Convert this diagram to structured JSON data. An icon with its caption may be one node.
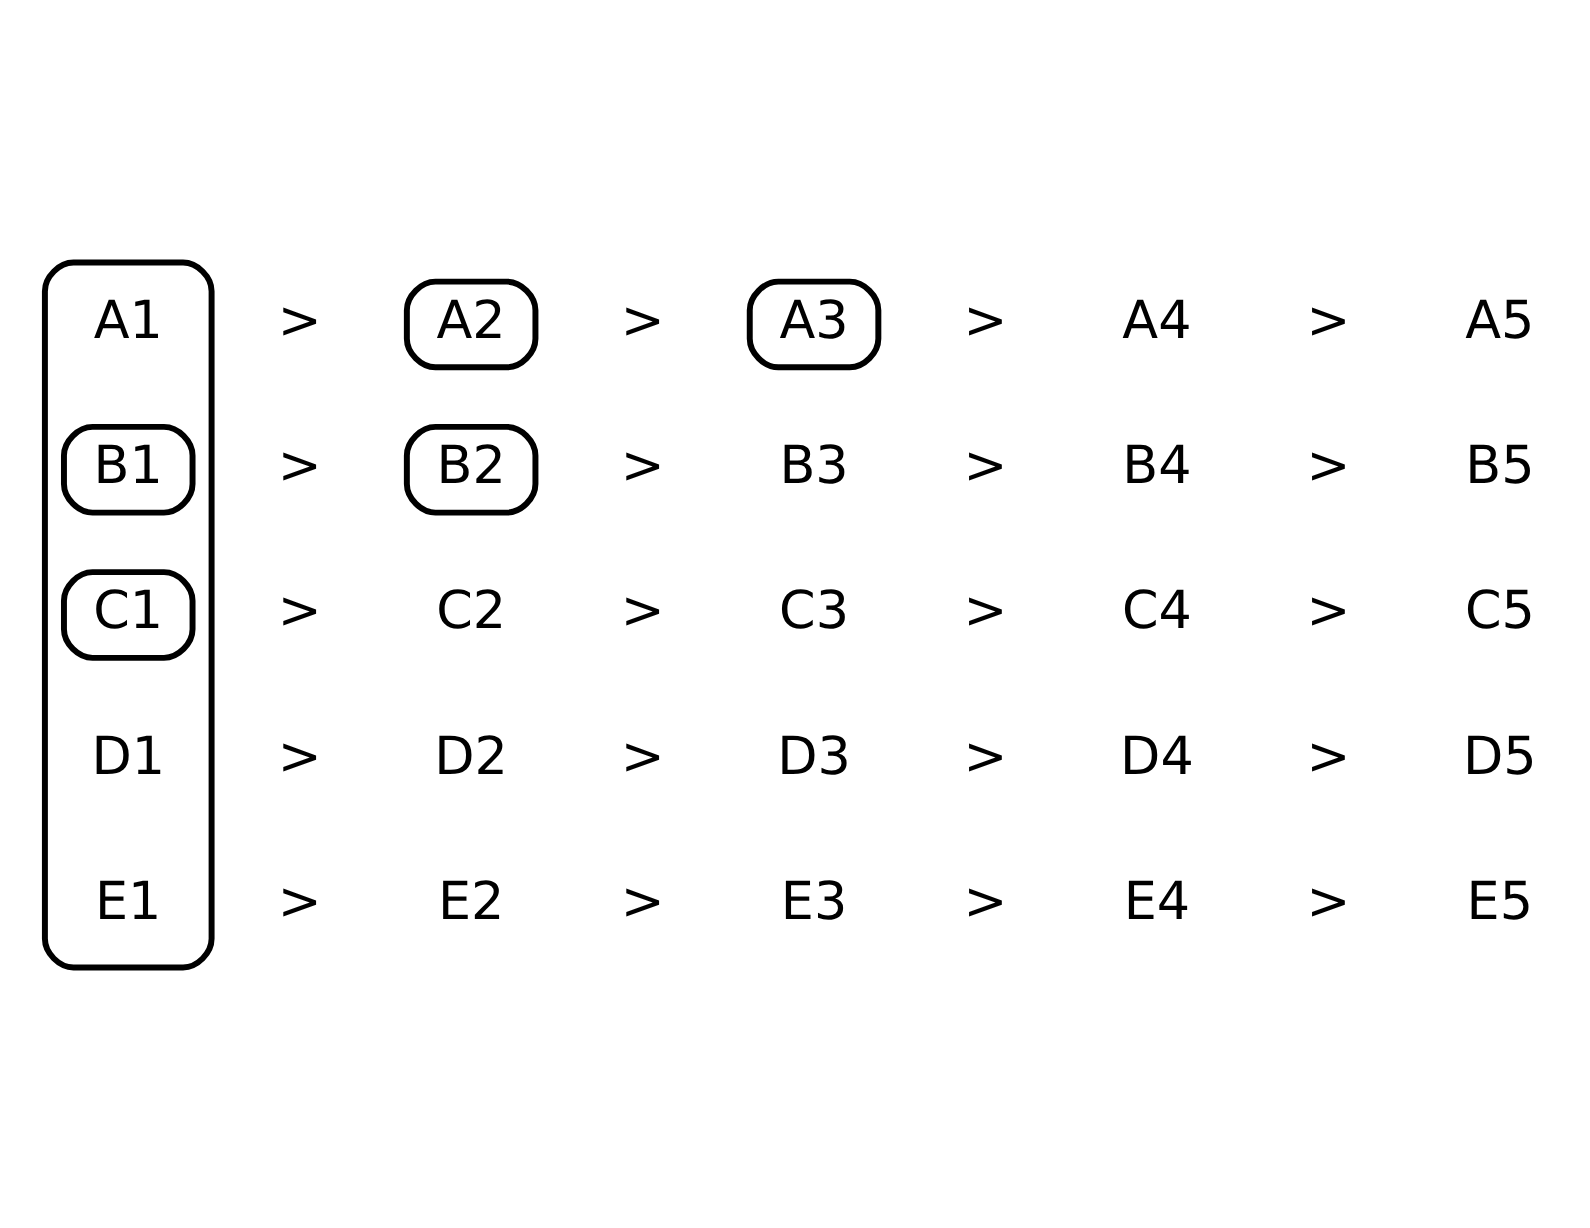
{
  "diagram": {
    "nodes": [
      {
        "text": [],
        "shape": "oval"
      },
      {
        "text": [
          "A1"
        ],
        "in": 0
      },
      {
        "text": [
          "A2"
        ]
      },
      {
        "text": [
          "A3"
        ]
      },
      {
        "text": [
          "A4"
        ]
      },
      {
        "text": [
          "A5"
        ]
      },
      {
        "text": [
          "B1"
        ],
        "in": 0
      },
      {
        "text": [
          "B2"
        ]
      },
      {
        "text": [
          "B3"
        ]
      },
      {
        "text": [
          "B4"
        ]
      },
      {
        "text": [
          "B5"
        ]
      },
      {
        "text": [
          "C1"
        ],
        "in": 0
      },
      {
        "text": [
          "C2"
        ]
      },
      {
        "text": [
          "C3"
        ]
      },
      {
        "text": [
          "C4"
        ]
      },
      {
        "text": [
          "C5"
        ]
      },
      {
        "text": [
          "D1"
        ],
        "in": 0
      },
      {
        "text": [
          "D2"
        ]
      },
      {
        "text": [
          "D3"
        ]
      },
      {
        "text": [
          "D4"
        ]
      },
      {
        "text": [
          "D5"
        ]
      },
      {
        "text": [
          "E1"
        ],
        "in": 0
      },
      {
        "text": [
          "E2"
        ]
      },
      {
        "text": [
          "E3"
        ]
      },
      {
        "text": [
          "E4"
        ]
      },
      {
        "text": [
          "E5"
        ]
      }
    ],
    "edges": [],
    "labels": [
      ">",
      ">",
      ">",
      ">",
      ">",
      ">",
      ">",
      ">",
      ">",
      ">",
      ">",
      ">",
      ">",
      ">",
      ">",
      ">",
      ">",
      ">",
      ">",
      ">"
    ]
  }
}
